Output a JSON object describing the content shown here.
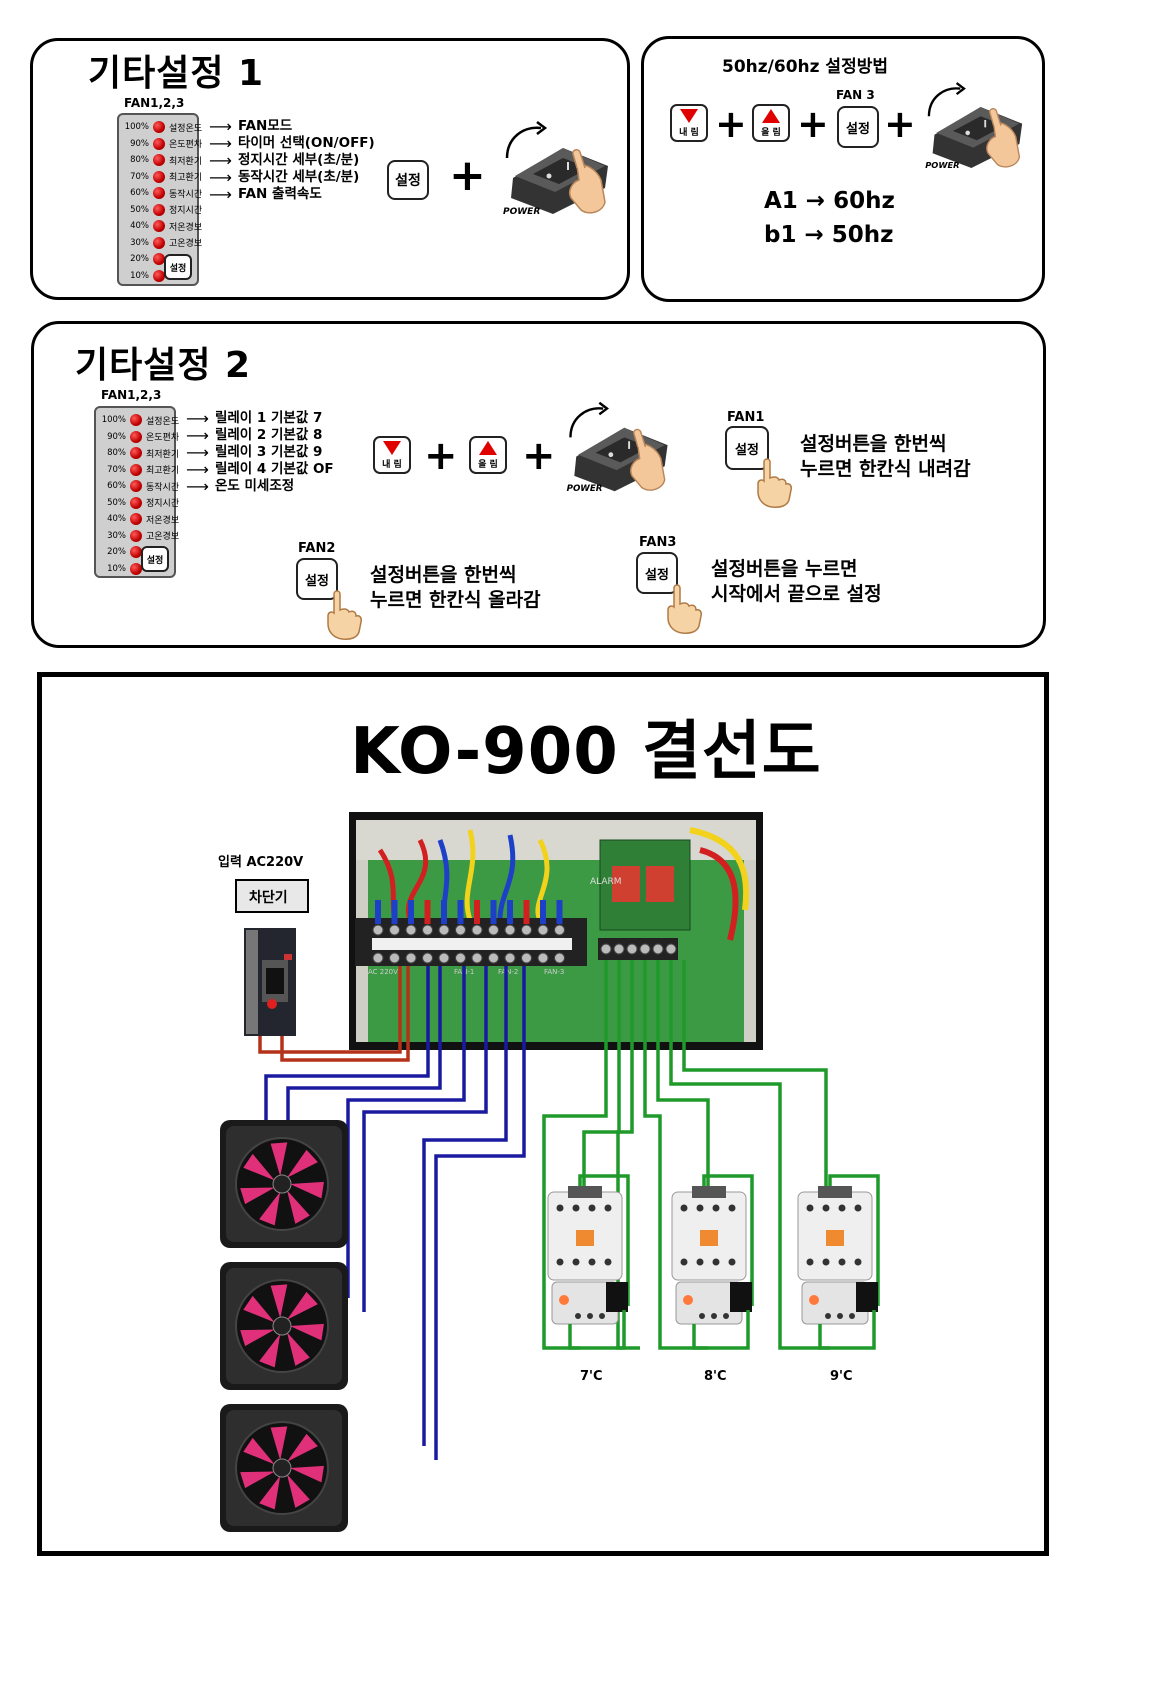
{
  "section1": {
    "title": "기타설정 1",
    "fan_label": "FAN1,2,3",
    "led_rows": [
      {
        "pct": "100%",
        "name": "설정온도"
      },
      {
        "pct": "90%",
        "name": "온도편차"
      },
      {
        "pct": "80%",
        "name": "최저환기"
      },
      {
        "pct": "70%",
        "name": "최고환기"
      },
      {
        "pct": "60%",
        "name": "동작시간"
      },
      {
        "pct": "50%",
        "name": "정지시간"
      },
      {
        "pct": "40%",
        "name": "저온경보"
      },
      {
        "pct": "30%",
        "name": "고온경보"
      },
      {
        "pct": "20%",
        "name": ""
      },
      {
        "pct": "10%",
        "name": ""
      }
    ],
    "panel_button": "설정",
    "items": [
      "FAN모드",
      "타이머 선택(ON/OFF)",
      "정지시간 세부(초/분)",
      "동작시간 세부(초/분)",
      "FAN 출력속도"
    ],
    "set_button": "설정",
    "plus": "+",
    "power_label": "POWER"
  },
  "hz_box": {
    "title": "50hz/60hz 설정방법",
    "down_label": "내 림",
    "up_label": "올 림",
    "fan_label": "FAN 3",
    "set_button": "설정",
    "plus": "+",
    "power_label": "POWER",
    "rows": [
      "A1 → 60hz",
      "b1 → 50hz"
    ]
  },
  "section2": {
    "title": "기타설정 2",
    "fan_label": "FAN1,2,3",
    "led_rows": [
      {
        "pct": "100%",
        "name": "설정온도"
      },
      {
        "pct": "90%",
        "name": "온도편차"
      },
      {
        "pct": "80%",
        "name": "최저환기"
      },
      {
        "pct": "70%",
        "name": "최고환기"
      },
      {
        "pct": "60%",
        "name": "동작시간"
      },
      {
        "pct": "50%",
        "name": "정지시간"
      },
      {
        "pct": "40%",
        "name": "저온경보"
      },
      {
        "pct": "30%",
        "name": "고온경보"
      },
      {
        "pct": "20%",
        "name": ""
      },
      {
        "pct": "10%",
        "name": ""
      }
    ],
    "panel_button": "설정",
    "items": [
      "릴레이 1 기본값 7",
      "릴레이 2 기본값 8",
      "릴레이 3 기본값 9",
      "릴레이 4 기본값 OF",
      "온도 미세조정"
    ],
    "down_label": "내 림",
    "up_label": "올 림",
    "plus": "+",
    "power_label": "POWER",
    "fan1": {
      "label": "FAN1",
      "button": "설정",
      "text": [
        "설정버튼을 한번씩",
        "누르면 한칸식 내려감"
      ]
    },
    "fan2": {
      "label": "FAN2",
      "button": "설정",
      "text": [
        "설정버튼을 한번씩",
        "누르면 한칸식 올라감"
      ]
    },
    "fan3": {
      "label": "FAN3",
      "button": "설정",
      "text": [
        "설정버튼을 누르면",
        "시작에서 끝으로 설정"
      ]
    }
  },
  "wiring": {
    "title": "KO-900 결선도",
    "input_label": "입력 AC220V",
    "breaker_label": "차단기",
    "terminal_labels": [
      "AC 220V",
      "FAN-1",
      "FAN-2",
      "FAN-3"
    ],
    "board_label": "ALARM",
    "contactor_labels": [
      "7'C",
      "8'C",
      "9'C"
    ]
  },
  "colors": {
    "led_red": "#d00000",
    "power_wire": "#b5321a",
    "fan_wire": "#1a1aa0",
    "relay_wire": "#1f9a2a",
    "fan_blade": "#e0307a",
    "board_green": "#3c9a45"
  }
}
